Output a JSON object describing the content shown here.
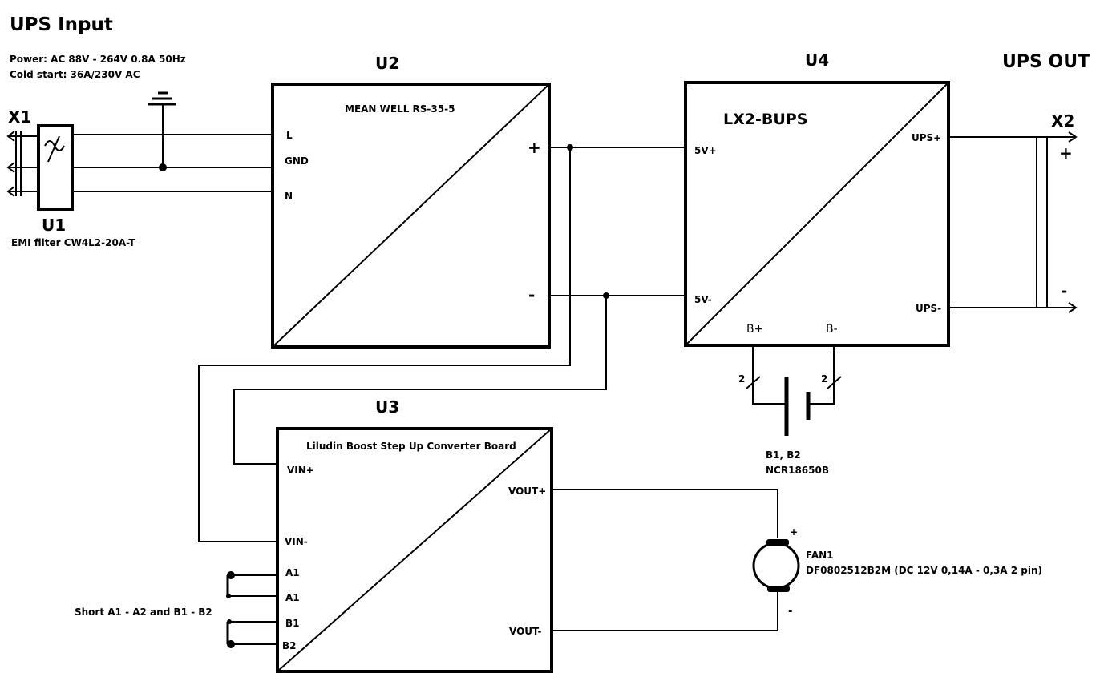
{
  "header": {
    "title": "UPS Input",
    "power_line1": "Power: AC 88V - 264V 0.8A 50Hz",
    "power_line2": "Cold start: 36A/230V AC",
    "out_title": "UPS OUT"
  },
  "x1": {
    "ref": "X1"
  },
  "u1": {
    "ref": "U1",
    "desc": "EMI filter CW4L2-20A-T"
  },
  "u2": {
    "ref": "U2",
    "name": "MEAN WELL RS-35-5",
    "pin_l": "L",
    "pin_gnd": "GND",
    "pin_n": "N",
    "pin_plus": "+",
    "pin_minus": "-"
  },
  "u4": {
    "ref": "U4",
    "name": "LX2-BUPS",
    "pin_5vp": "5V+",
    "pin_5vm": "5V-",
    "pin_upsp": "UPS+",
    "pin_upsm": "UPS-",
    "pin_bp": "B+",
    "pin_bm": "B-"
  },
  "x2": {
    "ref": "X2",
    "plus": "+",
    "minus": "-"
  },
  "battery": {
    "count_left": "2",
    "count_right": "2",
    "ref": "B1, B2",
    "part": "NCR18650B"
  },
  "u3": {
    "ref": "U3",
    "name": "Liludin Boost Step Up Converter Board",
    "pin_vinp": "VIN+",
    "pin_vinm": "VIN-",
    "pin_voutp": "VOUT+",
    "pin_voutm": "VOUT-",
    "pin_a1": "A1",
    "pin_a2": "A1",
    "pin_b1": "B1",
    "pin_b2": "B2"
  },
  "note": {
    "short": "Short A1 - A2 and B1 - B2"
  },
  "fan": {
    "ref": "FAN1",
    "part": "DF0802512B2M (DC 12V 0,14A  - 0,3A 2 pin)",
    "plus": "+",
    "minus": "-"
  }
}
